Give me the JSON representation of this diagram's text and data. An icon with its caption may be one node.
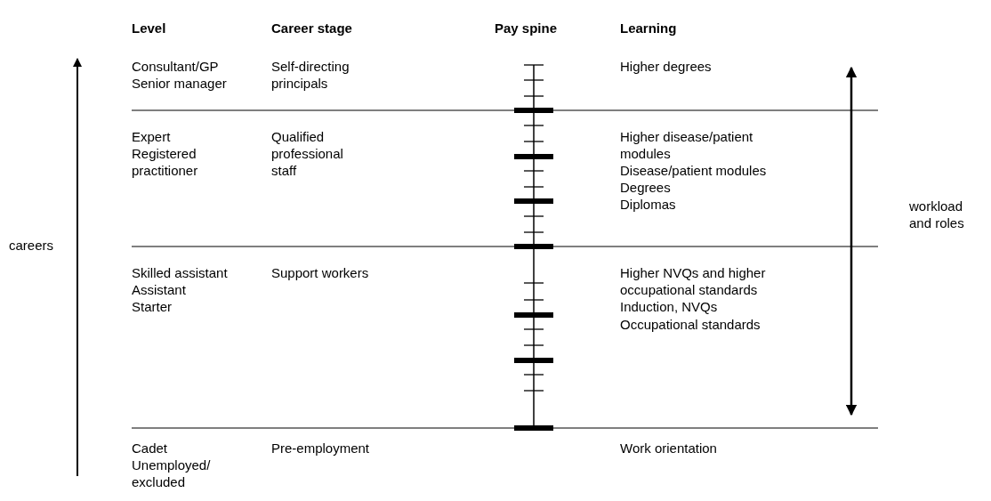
{
  "diagram": {
    "labels": [
      "Level",
      "Career stage",
      "Pay spine",
      "Learning",
      "Consultant/GP",
      "Senior manager",
      "Self-directing principals",
      "Higher degrees",
      "Expert",
      "Registered practitioner",
      "Qualified professional staff",
      "Higher disease/patient modules",
      "Disease/patient modules",
      "Degrees",
      "Diplomas",
      "careers",
      "workload and roles",
      "Skilled assistant",
      "Assistant",
      "Starter",
      "Support workers",
      "Higher NVQs and higher occupational standards",
      "Induction, NVQs",
      "Occupational standards",
      "Cadet",
      "Unemployed/ excluded",
      "Pre-employment",
      "Work orientation"
    ]
  }
}
